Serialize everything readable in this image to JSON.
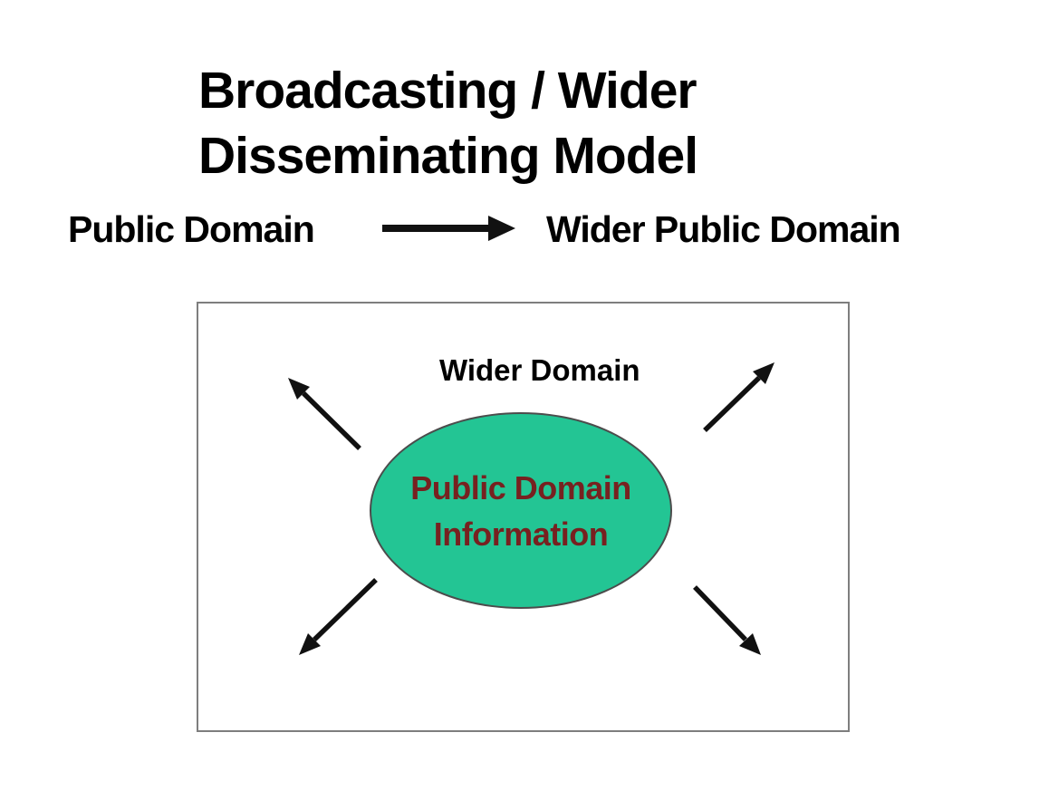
{
  "title": {
    "line1": "Broadcasting / Wider",
    "line2": "Disseminating Model"
  },
  "flow": {
    "source": "Public Domain",
    "target": "Wider Public Domain",
    "arrow_icon": "right-arrow"
  },
  "box": {
    "label": "Wider Domain",
    "ellipse": {
      "line1": "Public Domain",
      "line2": "Information"
    },
    "arrows": [
      {
        "icon": "arrow-up-left",
        "direction": "up-left"
      },
      {
        "icon": "arrow-up-right",
        "direction": "up-right"
      },
      {
        "icon": "arrow-down-left",
        "direction": "down-left"
      },
      {
        "icon": "arrow-down-right",
        "direction": "down-right"
      }
    ]
  },
  "colors": {
    "background": "#ffffff",
    "title_text": "#000000",
    "box_border": "#7e7e7e",
    "ellipse_fill": "#23c594",
    "ellipse_border": "#4c4c4c",
    "ellipse_text": "#772120",
    "arrow": "#111111"
  }
}
